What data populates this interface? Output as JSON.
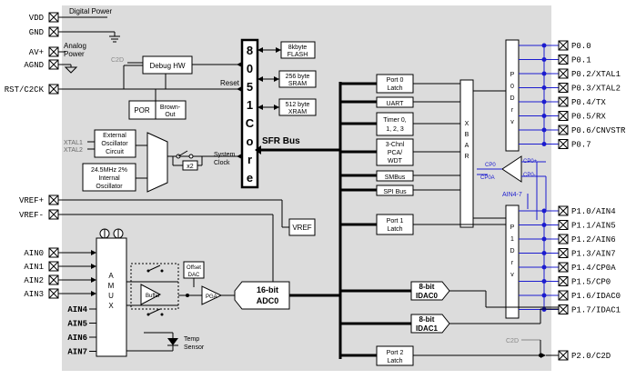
{
  "power": {
    "vdd": "VDD",
    "gnd": "GND",
    "avplus": "AV+",
    "agnd": "AGND",
    "digital_power": "Digital Power",
    "analog_power_1": "Analog",
    "analog_power_2": "Power"
  },
  "reset": {
    "pin": "RST/C2CK",
    "label": "Reset",
    "c2d": "C2D"
  },
  "debug": {
    "label": "Debug HW"
  },
  "por": {
    "label": "POR"
  },
  "brownout": {
    "line1": "Brown-",
    "line2": "Out"
  },
  "core": {
    "letters": [
      "8",
      "0",
      "5",
      "1",
      "C",
      "o",
      "r",
      "e"
    ]
  },
  "memory": {
    "flash": [
      "8kbyte",
      "FLASH"
    ],
    "sram": [
      "256 byte",
      "SRAM"
    ],
    "xram": [
      "512 byte",
      "XRAM"
    ]
  },
  "sfr_bus": "SFR Bus",
  "clock": {
    "xtal1": "XTAL1",
    "xtal2": "XTAL2",
    "ext_osc": [
      "External",
      "Oscillator",
      "Circuit"
    ],
    "int_osc": [
      "24.5MHz 2%",
      "Internal",
      "Oscillator"
    ],
    "x2": "x2",
    "sys_clock": [
      "System",
      "Clock"
    ]
  },
  "peripherals": {
    "port0": [
      "Port 0",
      "Latch"
    ],
    "uart": "UART",
    "timers": [
      "Timer 0,",
      "1, 2, 3"
    ],
    "pca": [
      "3-Chnl",
      "PCA/",
      "WDT"
    ],
    "smbus": "SMBus",
    "spi": "SPI Bus",
    "port1": [
      "Port 1",
      "Latch"
    ],
    "port2": [
      "Port 2",
      "Latch"
    ]
  },
  "xbar": [
    "X",
    "B",
    "A",
    "R"
  ],
  "p0drv": [
    "P",
    "0",
    "D",
    "r",
    "v"
  ],
  "p1drv": [
    "P",
    "1",
    "D",
    "r",
    "v"
  ],
  "comparator": {
    "cp0plus": "CP0+",
    "cp0minus": "CP0-",
    "cp0": "CP0",
    "cp0a": "CP0A",
    "ain": "AIN4-7"
  },
  "p0_pins": [
    "P0.0",
    "P0.1",
    "P0.2/XTAL1",
    "P0.3/XTAL2",
    "P0.4/TX",
    "P0.5/RX",
    "P0.6/CNVSTR",
    "P0.7"
  ],
  "p1_pins": [
    "P1.0/AIN4",
    "P1.1/AIN5",
    "P1.2/AIN6",
    "P1.3/AIN7",
    "P1.4/CP0A",
    "P1.5/CP0",
    "P1.6/IDAC0",
    "P1.7/IDAC1"
  ],
  "p2_pin": "P2.0/C2D",
  "p2_c2d": "C2D",
  "vref": {
    "vrefplus": "VREF+",
    "vrefminus": "VREF-",
    "label": "VREF"
  },
  "ain_pins": [
    "AIN0",
    "AIN1",
    "AIN2",
    "AIN3"
  ],
  "ain_inner": [
    "AIN4",
    "AIN5",
    "AIN6",
    "AIN7"
  ],
  "amux": [
    "A",
    "M",
    "U",
    "X"
  ],
  "adc": {
    "buffer": "Buffer",
    "pga": "PGA",
    "offset": [
      "Offset",
      "DAC"
    ],
    "adc": [
      "16-bit",
      "ADC0"
    ]
  },
  "temp": [
    "Temp",
    "Sensor"
  ],
  "idac0": [
    "8-bit",
    "IDAC0"
  ],
  "idac1": [
    "8-bit",
    "IDAC1"
  ]
}
